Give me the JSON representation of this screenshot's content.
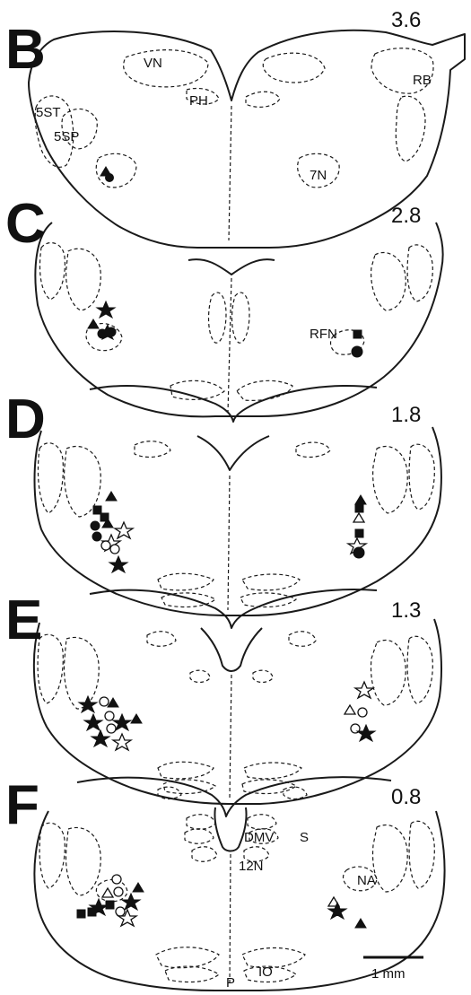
{
  "figure": {
    "panels": [
      {
        "letter": "B",
        "level": "3.6",
        "regions": [
          "VN",
          "PH",
          "RB",
          "5ST",
          "5SP",
          "7N"
        ]
      },
      {
        "letter": "C",
        "level": "2.8",
        "regions": [
          "RFN"
        ]
      },
      {
        "letter": "D",
        "level": "1.8",
        "regions": []
      },
      {
        "letter": "E",
        "level": "1.3",
        "regions": []
      },
      {
        "letter": "F",
        "level": "0.8",
        "regions": [
          "DMV",
          "S",
          "12N",
          "NA",
          "IO",
          "P"
        ]
      }
    ],
    "scale_bar": {
      "label": "1 mm"
    }
  },
  "colors": {
    "ink": "#1a1a1a",
    "background": "#ffffff"
  }
}
